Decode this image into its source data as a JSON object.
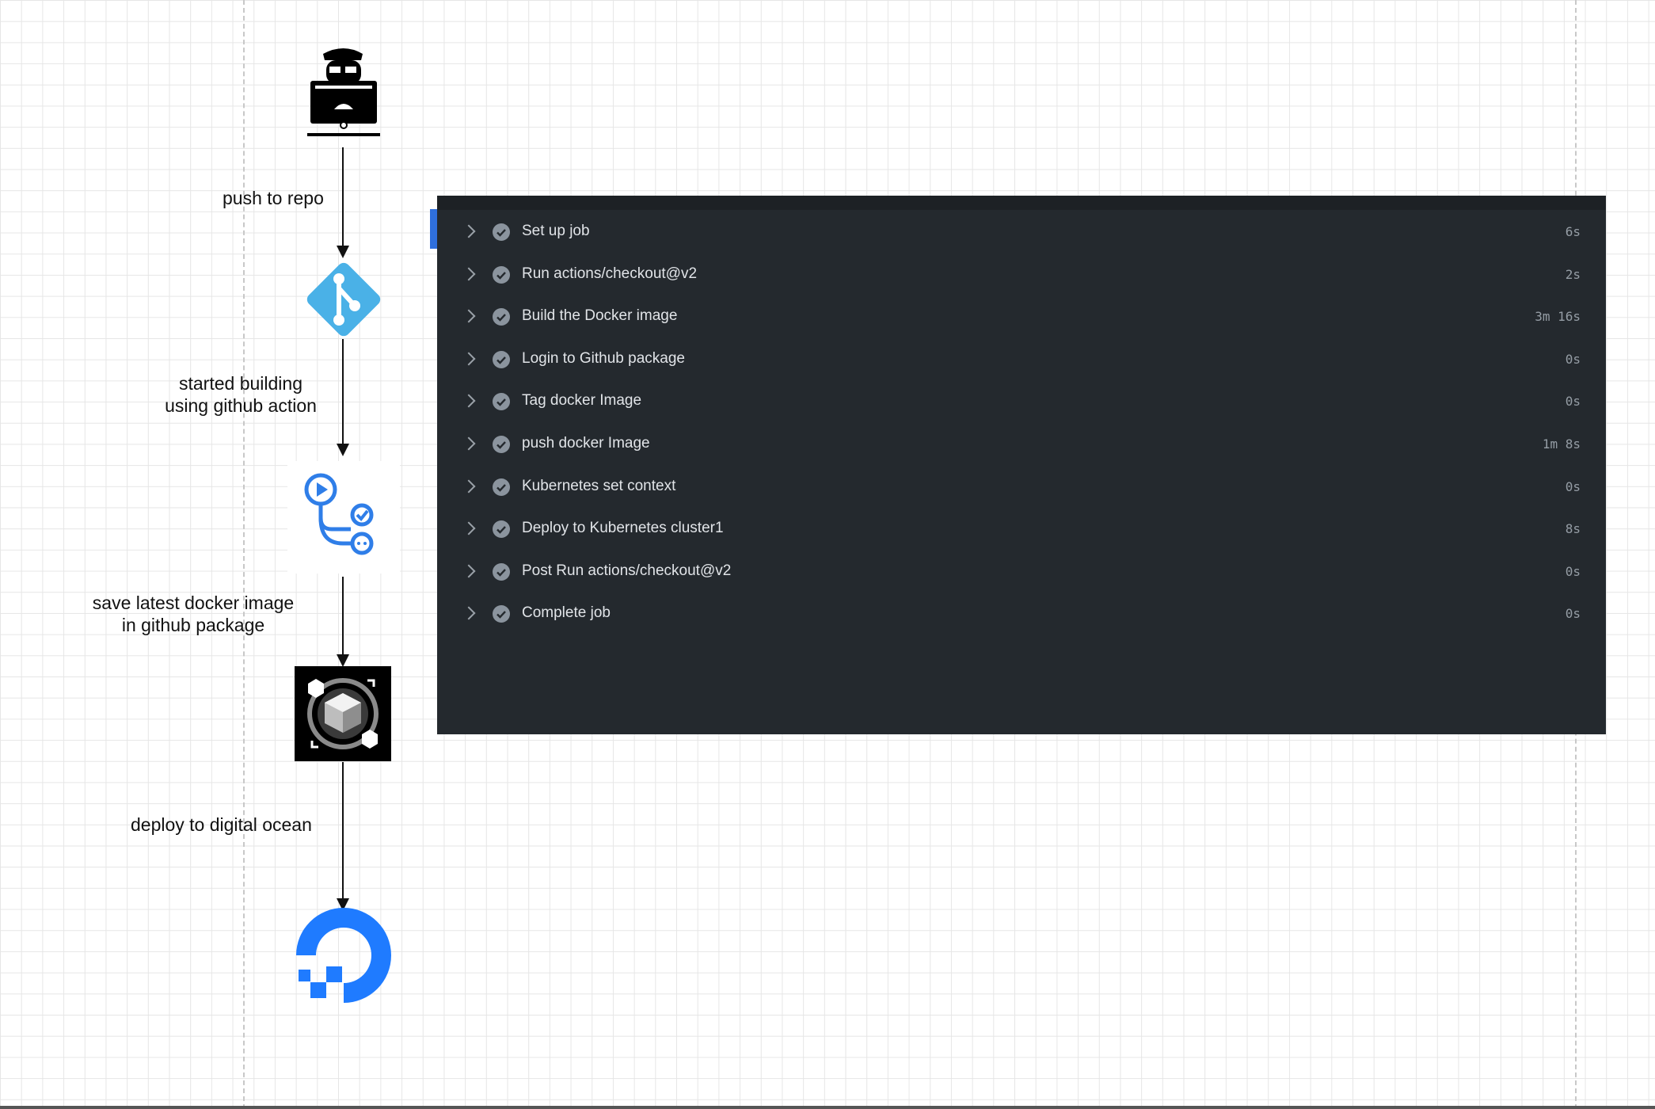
{
  "flow": {
    "labels": {
      "push": "push to repo",
      "build_line1": "started building",
      "build_line2": "using github action",
      "save_line1": "save latest docker image",
      "save_line2": "in github package",
      "deploy": "deploy to digital ocean"
    },
    "nodes": [
      "developer-icon",
      "git-icon",
      "github-actions-icon",
      "github-packages-icon",
      "digitalocean-icon"
    ]
  },
  "job_panel": {
    "steps": [
      {
        "label": "Set up job",
        "duration": "6s",
        "status": "success"
      },
      {
        "label": "Run actions/checkout@v2",
        "duration": "2s",
        "status": "success"
      },
      {
        "label": "Build the Docker image",
        "duration": "3m 16s",
        "status": "success"
      },
      {
        "label": "Login to Github package",
        "duration": "0s",
        "status": "success"
      },
      {
        "label": "Tag docker Image",
        "duration": "0s",
        "status": "success"
      },
      {
        "label": "push docker Image",
        "duration": "1m 8s",
        "status": "success"
      },
      {
        "label": "Kubernetes set context",
        "duration": "0s",
        "status": "success"
      },
      {
        "label": "Deploy to Kubernetes cluster1",
        "duration": "8s",
        "status": "success"
      },
      {
        "label": "Post Run actions/checkout@v2",
        "duration": "0s",
        "status": "success"
      },
      {
        "label": "Complete job",
        "duration": "0s",
        "status": "success"
      }
    ]
  },
  "colors": {
    "git": "#4ab1e7",
    "actions": "#2f7ee8",
    "digitalocean": "#1f7bff",
    "panel": "#24292e"
  }
}
